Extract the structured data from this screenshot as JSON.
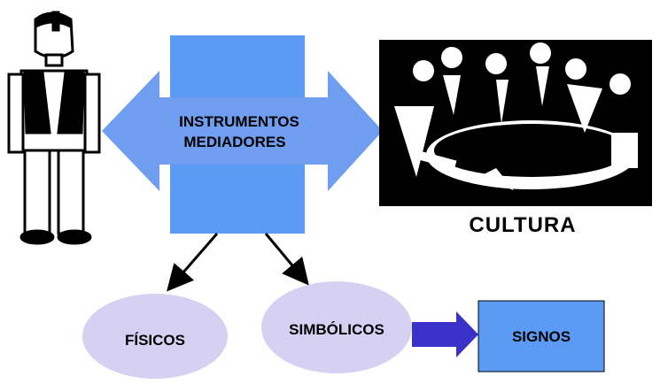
{
  "center": {
    "line1": "INSTRUMENTOS",
    "line2": "MEDIADORES",
    "fill": "#5b9bf5",
    "arrow_fill": "#6f9ef0"
  },
  "culture": {
    "label": "CULTURA"
  },
  "types": {
    "fisicos": "FÍSICOS",
    "simbolicos": "SIMBÓLICOS",
    "ellipse_fill": "#d6d0f3"
  },
  "signs": {
    "label": "SIGNOS",
    "fill": "#5b9bf5"
  },
  "arrow_to_signs_fill": "#3a32c8",
  "icons": {
    "person": "person-figure-icon",
    "meeting": "meeting-group-icon"
  }
}
